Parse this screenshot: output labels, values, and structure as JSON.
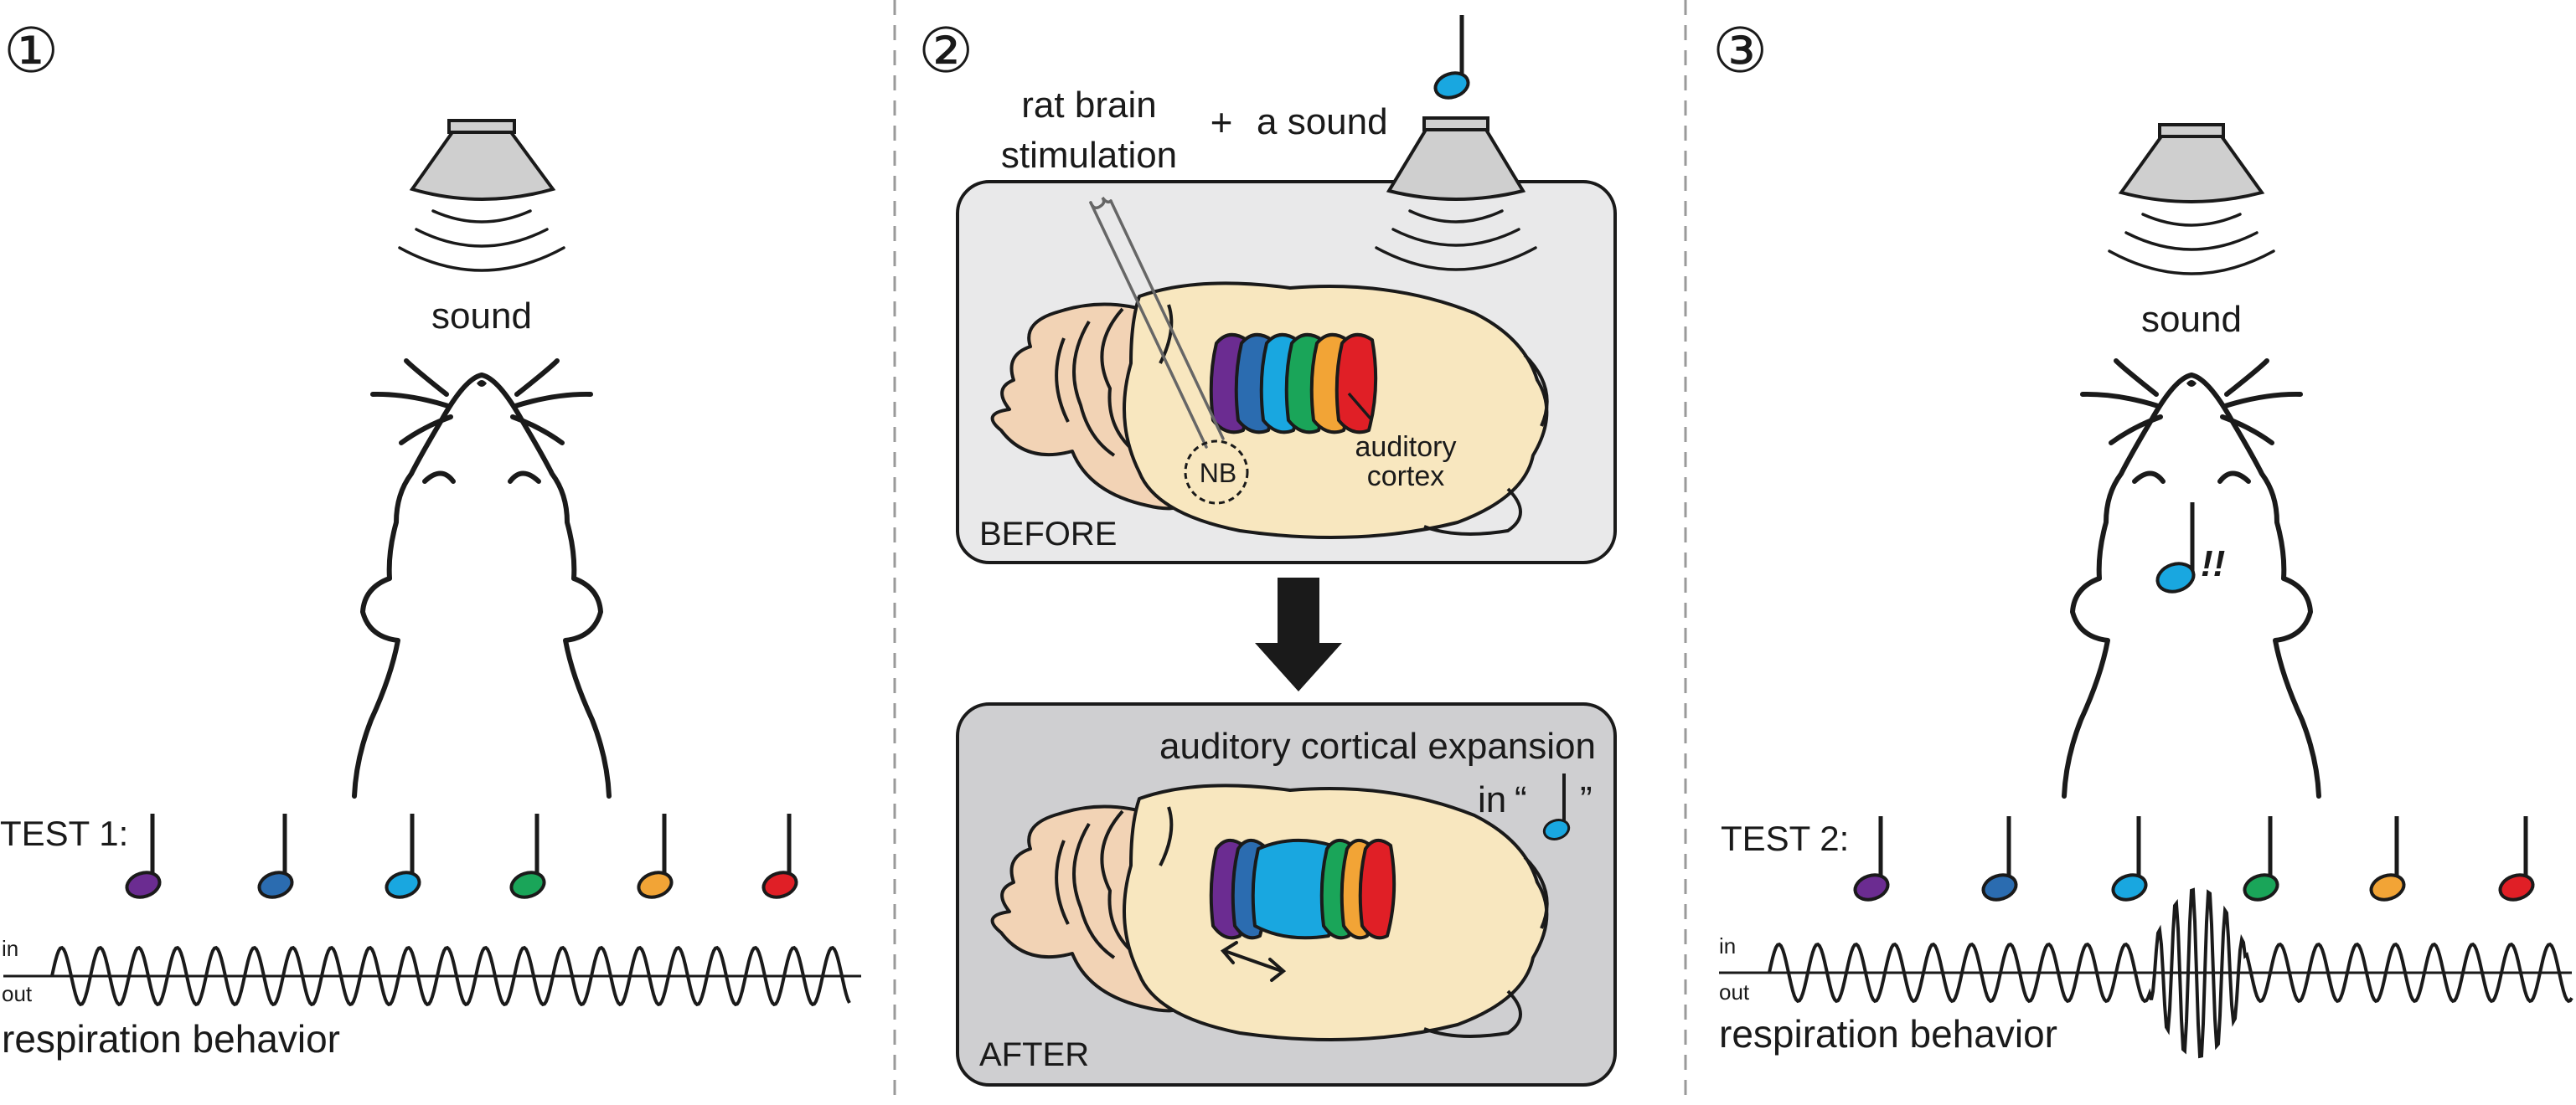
{
  "colors": {
    "stroke": "#1a1a1a",
    "box_before_fill": "#e9e9ea",
    "box_after_fill": "#cfcfd1",
    "cerebrum_fill": "#f8e7bf",
    "cerebellum_fill": "#f2d3b5",
    "speaker_fill": "#cfcfcf",
    "electrode": "#666666",
    "tones": [
      "#6b2c91",
      "#2b6cb0",
      "#19a7e0",
      "#1aa559",
      "#f2a436",
      "#e01f26"
    ]
  },
  "panel1": {
    "number": "①",
    "sound_label": "sound",
    "test_label": "TEST 1:",
    "resp_in": "in",
    "resp_out": "out",
    "resp_label": "respiration behavior"
  },
  "panel2": {
    "number": "②",
    "stim_line1": "rat brain",
    "stim_line2": "stimulation",
    "plus": "+",
    "a_sound": "a sound",
    "nb_label": "NB",
    "auditory_line1": "auditory",
    "auditory_line2": "cortex",
    "before_label": "BEFORE",
    "after_label": "AFTER",
    "expansion_line1": "auditory cortical expansion",
    "expansion_in": "in",
    "quote_open": "“",
    "quote_close": "”"
  },
  "panel3": {
    "number": "③",
    "sound_label": "sound",
    "exclaim": "!!",
    "test_label": "TEST 2:",
    "resp_in": "in",
    "resp_out": "out",
    "resp_label": "respiration behavior"
  }
}
